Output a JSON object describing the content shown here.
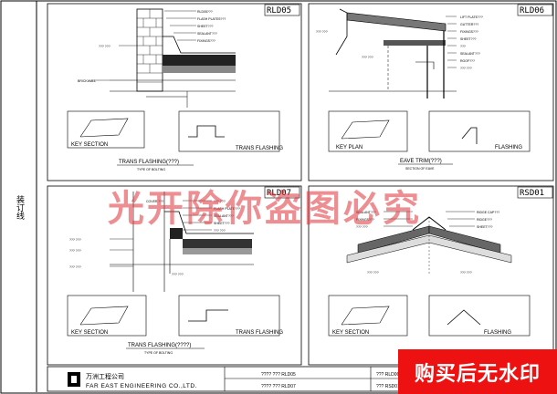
{
  "sheet": {
    "binding_label": "装订线",
    "watermark": "光开除你盗图必究",
    "badge": "购买后无水印"
  },
  "panels": [
    {
      "id": "RLD05",
      "code": "RLD05",
      "key_section": "KEY SECTION",
      "detail_label": "TRANS FLASHING",
      "title": "TRANS FLASHING(???)",
      "subtitle": "TYPE OF BOLTING",
      "notes": [
        "RLD05???",
        "FLASH PLATES???",
        "SHEET???",
        "SEALANT???",
        "FIXINGS???",
        "??? ???",
        "BRICKWALL"
      ]
    },
    {
      "id": "RLD06",
      "code": "RLD06",
      "key_section": "KEY PLAN",
      "detail_label": "FLASHING",
      "title": "EAVE TRIM(???)",
      "subtitle": "SECTION OF EAVE",
      "notes": [
        "LIFT PLATE???",
        "GUTTER???",
        "FIXINGS???",
        "SHEET???",
        "???",
        "SEALANT???",
        "ROOF???",
        "??? ???",
        "??? ???",
        "??? ???"
      ]
    },
    {
      "id": "RLD07",
      "code": "RLD07",
      "key_section": "KEY SECTION",
      "detail_label": "TRANS FLASHING",
      "title": "TRANS FLASHING(????)",
      "subtitle": "TYPE OF BOLTING",
      "notes": [
        "COVER ???",
        "??? ???",
        "FLASH PLATE???",
        "SEALANT???",
        "SHEET???",
        "??? ???",
        "??? ???",
        "??? ???",
        "??? ???",
        "??? ???"
      ]
    },
    {
      "id": "RSD01",
      "code": "RSD01",
      "key_section": "KEY SECTION",
      "detail_label": "FLASHING",
      "title": "",
      "subtitle": "",
      "notes": [
        "RIDGE CAP???",
        "RIDGE???",
        "SHEET???",
        "SEALANT???",
        "FIXINGS???",
        "??? ???",
        "??? ???",
        "??? ???"
      ]
    }
  ],
  "title_block": {
    "company_cn": "万洲工程公司",
    "company_en": "FAR EAST ENGINEERING CO.,LTD.",
    "cell_1": "???? ??? RLD05",
    "cell_2": "???? ??? RLD07",
    "cell_3": "??? RLD06",
    "cell_4": "??? RSD01"
  }
}
